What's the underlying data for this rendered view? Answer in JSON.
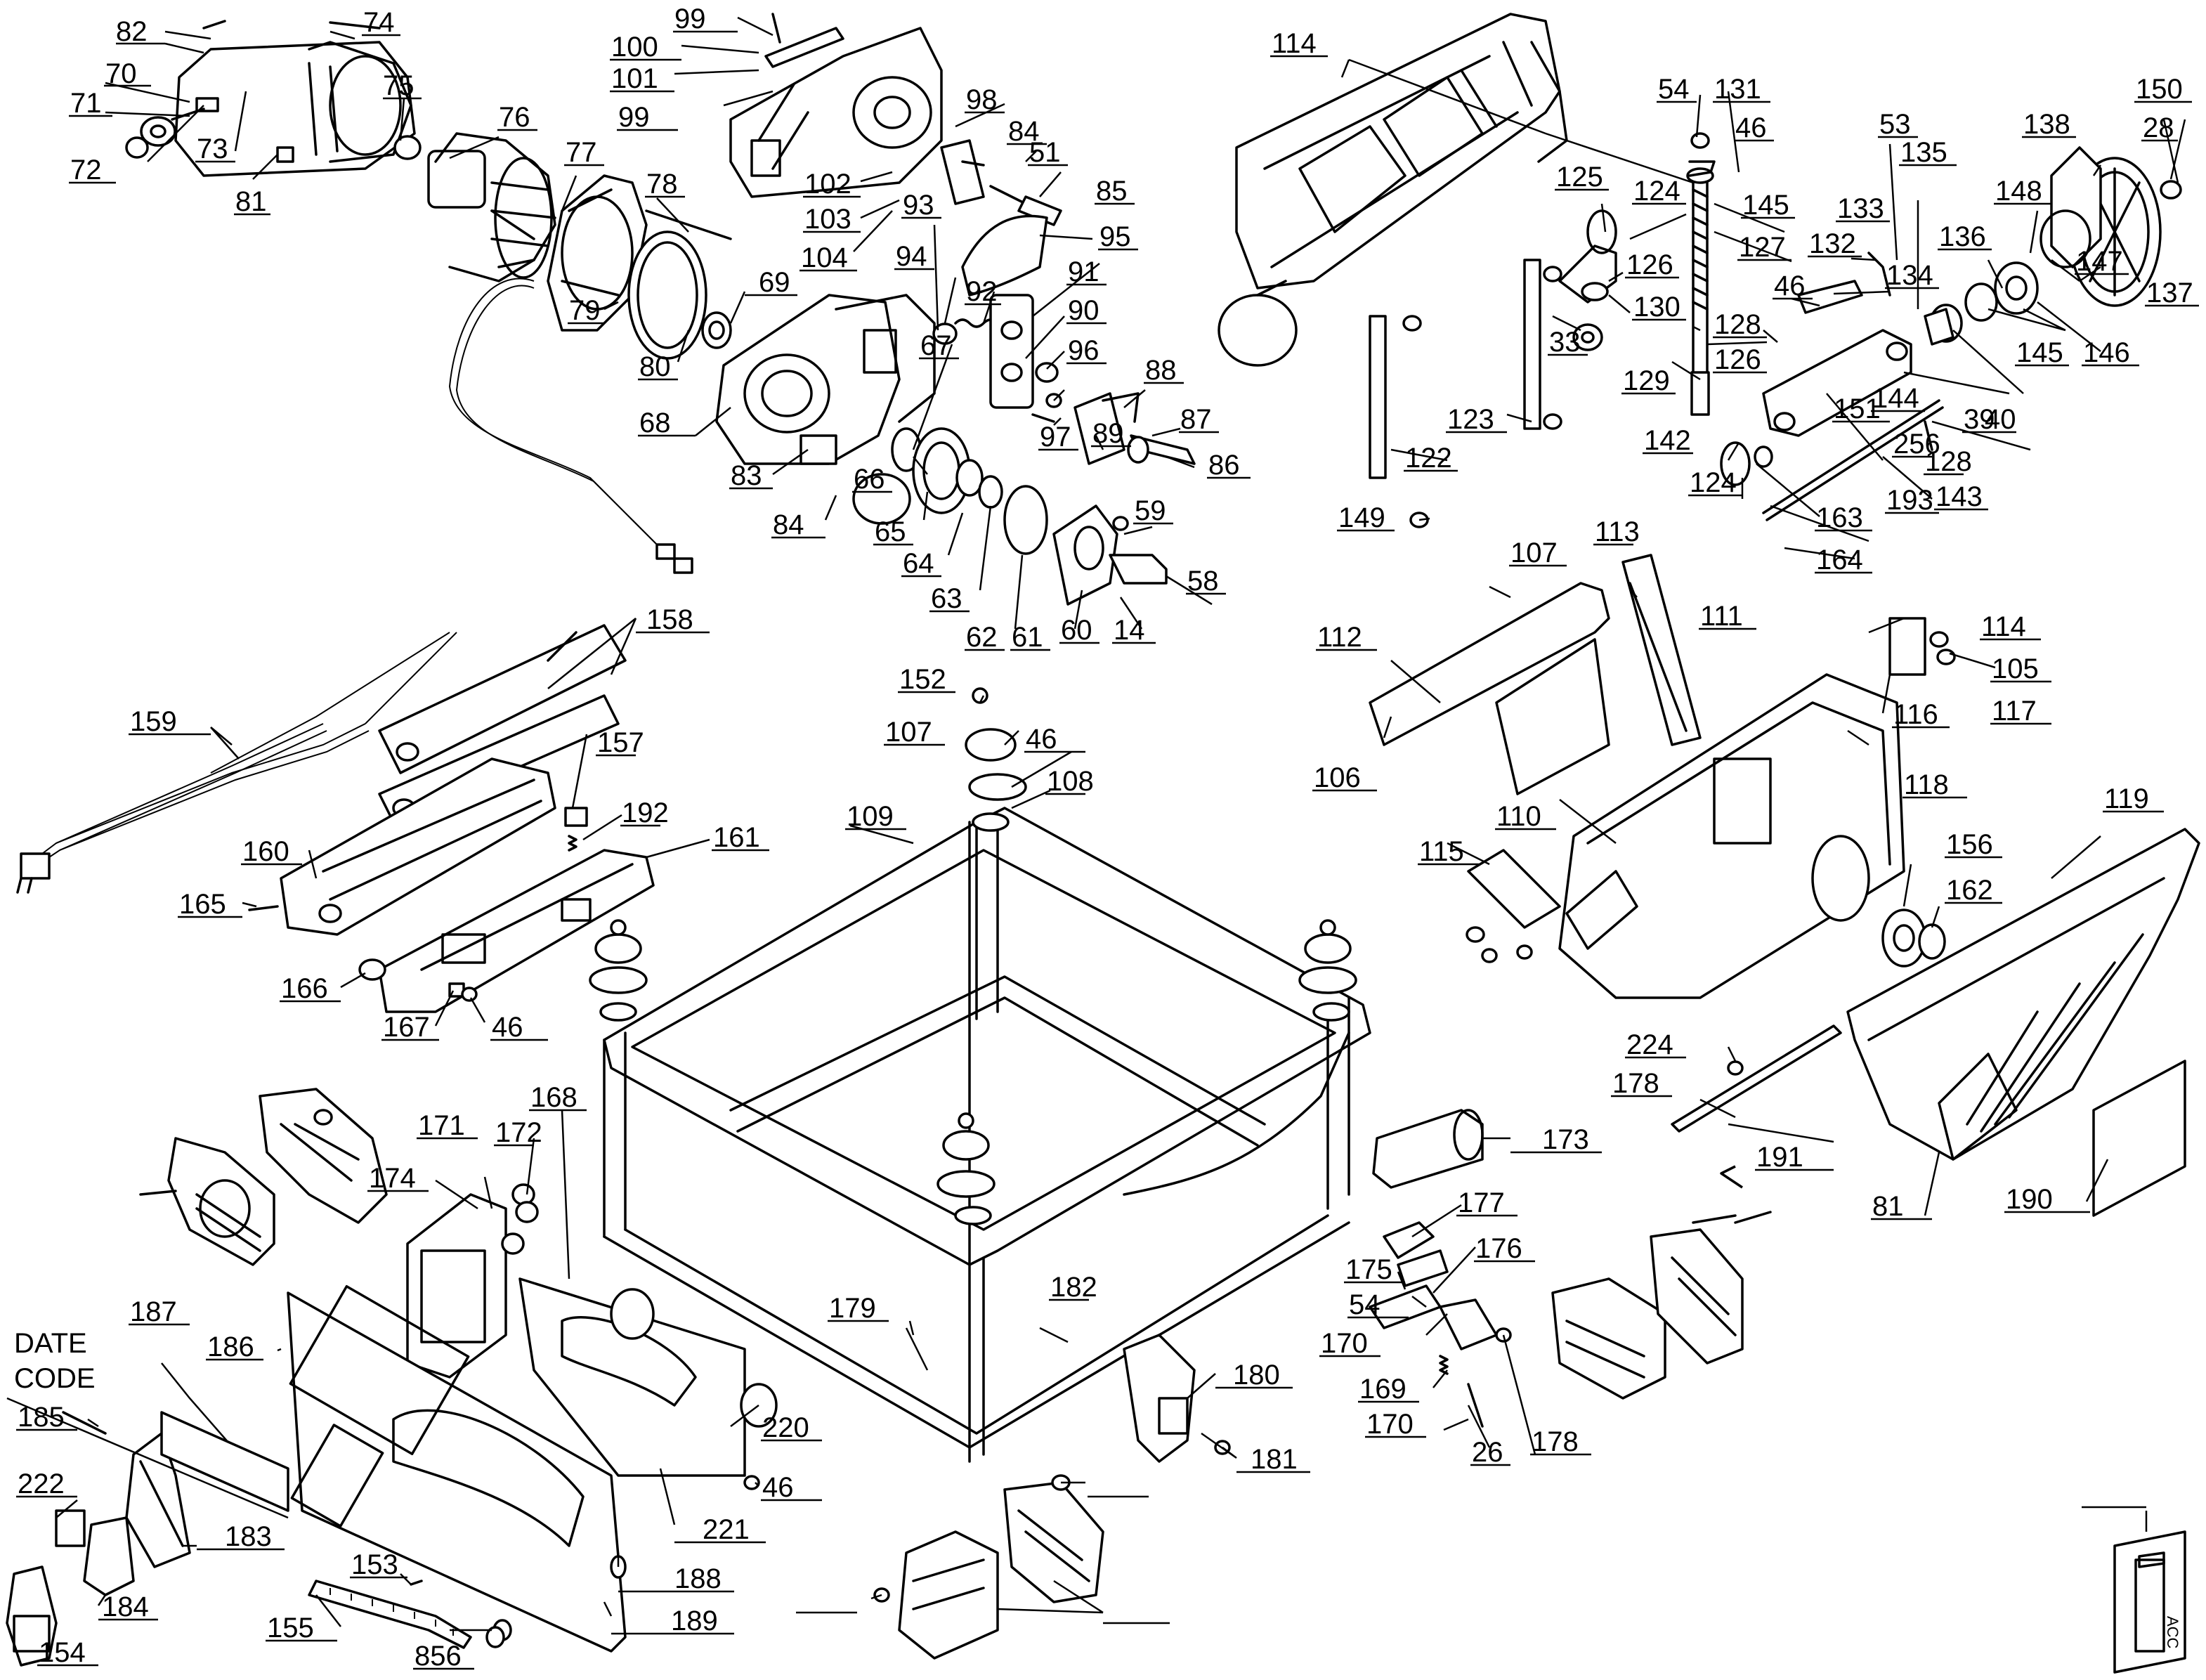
{
  "diagram": {
    "kind": "exploded parts diagram",
    "callouts": [
      "82",
      "74",
      "70",
      "71",
      "72",
      "73",
      "81",
      "75",
      "76",
      "77",
      "78",
      "79",
      "80",
      "69",
      "68",
      "83",
      "84",
      "99",
      "100",
      "101",
      "99",
      "98",
      "84",
      "51",
      "102",
      "103",
      "104",
      "93",
      "85",
      "95",
      "94",
      "92",
      "91",
      "90",
      "96",
      "97",
      "67",
      "66",
      "65",
      "64",
      "63",
      "62",
      "61",
      "60",
      "14",
      "58",
      "59",
      "88",
      "87",
      "86",
      "89",
      "114",
      "54",
      "131",
      "46",
      "145",
      "125",
      "124",
      "127",
      "126",
      "130",
      "33",
      "128",
      "126",
      "129",
      "142",
      "124",
      "123",
      "122",
      "149",
      "53",
      "135",
      "133",
      "132",
      "46",
      "134",
      "138",
      "150",
      "28",
      "148",
      "136",
      "147",
      "137",
      "146",
      "145",
      "39",
      "40",
      "144",
      "151",
      "143",
      "128",
      "256",
      "193",
      "163",
      "164",
      "158",
      "159",
      "157",
      "192",
      "160",
      "161",
      "165",
      "166",
      "167",
      "46",
      "152",
      "107",
      "46",
      "108",
      "109",
      "107",
      "113",
      "112",
      "111",
      "106",
      "110",
      "114",
      "105",
      "116",
      "117",
      "118",
      "115",
      "156",
      "162",
      "119",
      "224",
      "178",
      "191",
      "81",
      "190",
      "168",
      "171",
      "172",
      "174",
      "173",
      "177",
      "175",
      "176",
      "54",
      "170",
      "169",
      "170",
      "26",
      "178",
      "180",
      "181",
      "182",
      "179",
      "220",
      "46",
      "221",
      "188",
      "189",
      "186",
      "187",
      "185",
      "183",
      "222",
      "184",
      "154",
      "153",
      "155",
      "856"
    ],
    "date_code_label_line1": "DATE",
    "date_code_label_line2": "CODE",
    "box_856_text": "ACC"
  }
}
